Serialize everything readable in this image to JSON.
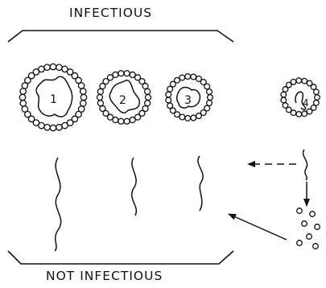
{
  "labels": {
    "top": "INFECTIOUS",
    "bottom": "NOT INFECTIOUS"
  },
  "particles": [
    {
      "number": "1"
    },
    {
      "number": "2"
    },
    {
      "number": "3"
    },
    {
      "number": "4"
    }
  ],
  "colors": {
    "ink": "#111111",
    "background": "#ffffff"
  }
}
